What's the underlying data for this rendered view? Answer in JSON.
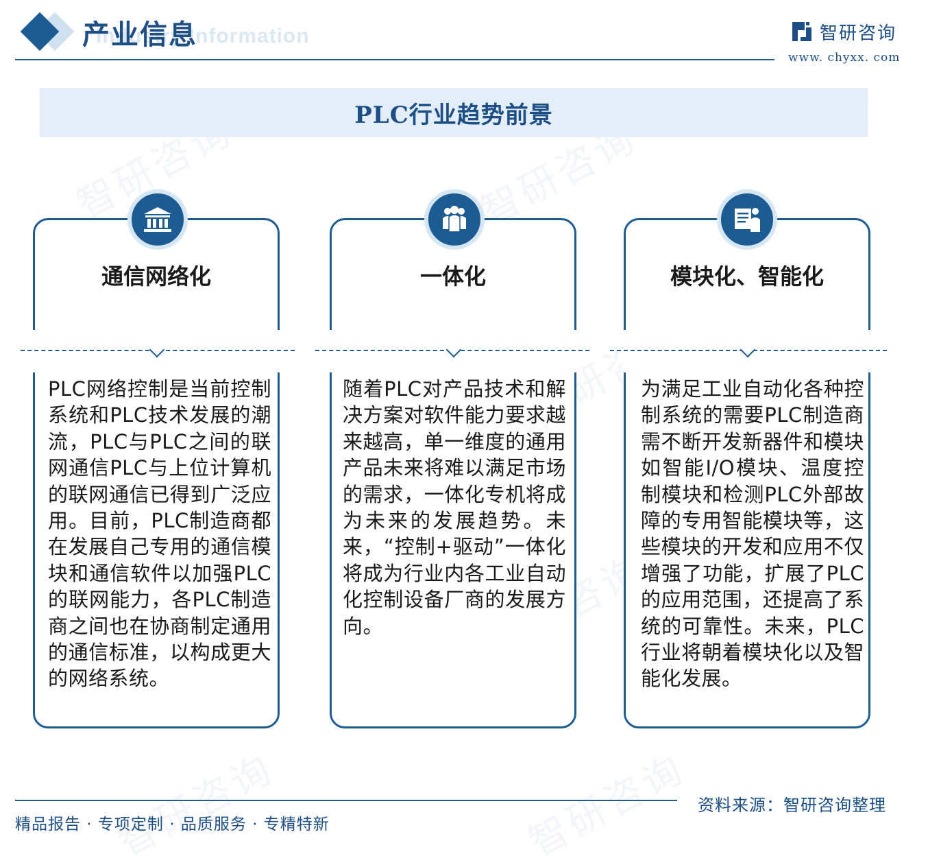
{
  "header": {
    "title": "产业信息",
    "title_bg": "Industry Information",
    "logo_name": "智研咨询",
    "logo_url": "www. chyxx. com"
  },
  "banner": {
    "title": "PLC行业趋势前景"
  },
  "cards": [
    {
      "icon": "bank-building-icon",
      "title": "通信网络化",
      "body": "PLC网络控制是当前控制系统和PLC技术发展的潮流，PLC与PLC之间的联网通信PLC与上位计算机的联网通信已得到广泛应用。目前，PLC制造商都在发展自己专用的通信模块和通信软件以加强PLC的联网能力，各PLC制造商之间也在协商制定通用的通信标准，以构成更大的网络系统。"
    },
    {
      "icon": "people-group-icon",
      "title": "一体化",
      "body": "随着PLC对产品技术和解决方案对软件能力要求越来越高，单一维度的通用产品未来将难以满足市场的需求，一体化专机将成为未来的发展趋势。未来，“控制+驱动”一体化将成为行业内各工业自动化控制设备厂商的发展方向。"
    },
    {
      "icon": "document-person-icon",
      "title": "模块化、智能化",
      "body": "为满足工业自动化各种控制系统的需要PLC制造商需不断开发新器件和模块如智能I/O模块、温度控制模块和检测PLC外部故障的专用智能模块等，这些模块的开发和应用不仅增强了功能，扩展了PLC的应用范围，还提高了系统的可靠性。未来，PLC行业将朝着模块化以及智能化发展。"
    }
  ],
  "footer": {
    "slogan": "精品报告 · 专项定制 · 品质服务 · 专精特新",
    "source": "资料来源：智研咨询整理"
  },
  "watermark_text": "智研咨询",
  "colors": {
    "primary": "#1d5b93",
    "band": "#e3eef8",
    "ring": "#d6e6f3"
  }
}
